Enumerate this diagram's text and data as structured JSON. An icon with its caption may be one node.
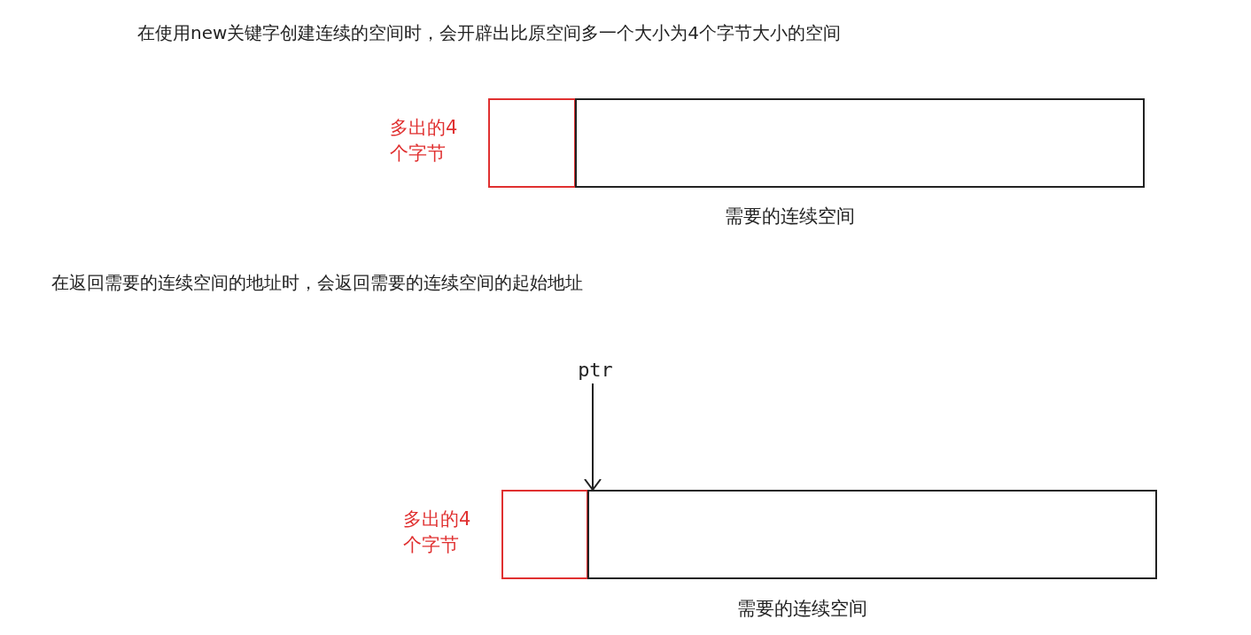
{
  "diagram": {
    "nodes": [
      {
        "text": [],
        "shape": "box",
        "beside": [
          "多出的4个字节"
        ]
      },
      {
        "text": [],
        "shape": "box",
        "beside": [
          "需要的连续空间"
        ]
      },
      {
        "text": [
          "ptr"
        ]
      },
      {
        "text": [],
        "shape": "box",
        "beside": [
          "多出的4个字节"
        ]
      },
      {
        "text": [],
        "shape": "box",
        "beside": [
          "需要的连续空间"
        ]
      }
    ],
    "edges": [
      {
        "from": 2,
        "to": 4,
        "arrow": "to"
      }
    ],
    "labels": [
      "在使用new关键字创建连续的空间时，会开辟出比原空间多一个大小为4个字节大小的空间",
      "在返回需要的连续空间的地址时，会返回需要的连续空间的起始地址"
    ]
  }
}
